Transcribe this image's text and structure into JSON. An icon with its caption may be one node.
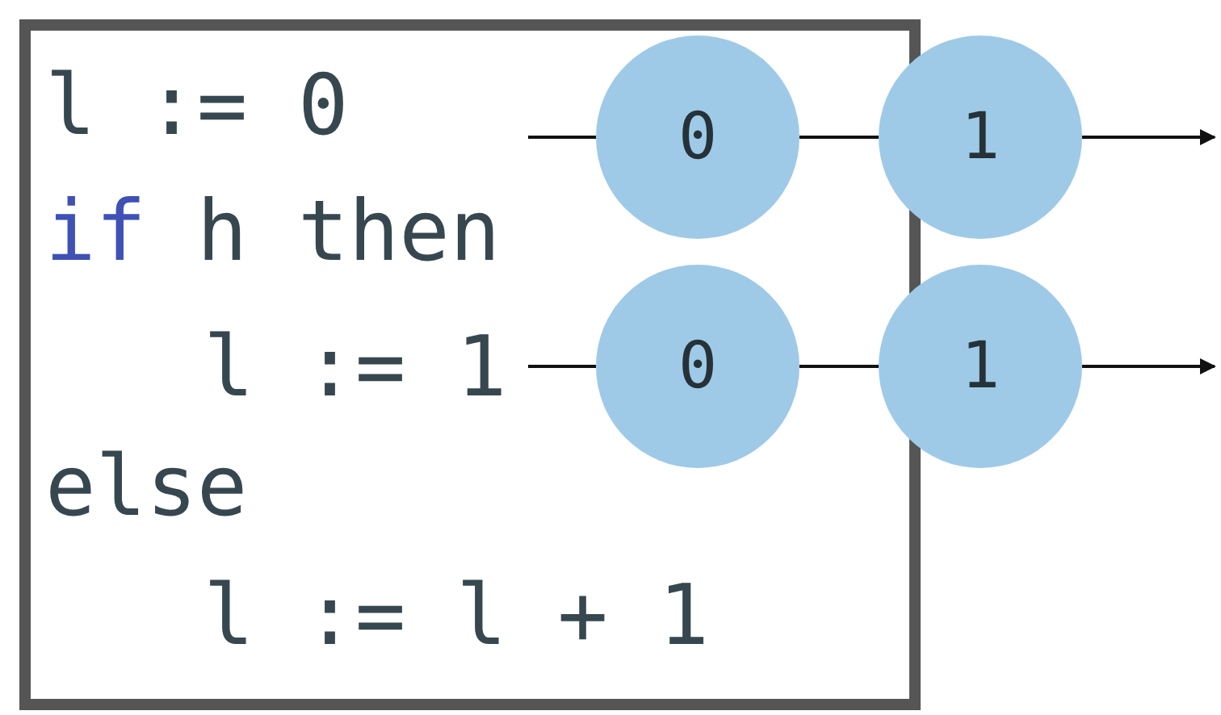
{
  "diagram": {
    "nodes": [
      {
        "text": [
          "l := 0",
          "if h then",
          "l := 1",
          "else",
          "l := l + 1"
        ]
      },
      {
        "text": [
          "0"
        ],
        "in": 0
      },
      {
        "text": [
          "1"
        ]
      },
      {
        "text": [
          "0"
        ],
        "in": 0
      },
      {
        "text": [
          "1"
        ]
      }
    ],
    "edges": [
      {
        "from": null,
        "to": 1,
        "arrow": "none"
      },
      {
        "from": 1,
        "to": 2,
        "arrow": "none"
      },
      {
        "from": 2,
        "to": null,
        "arrow": "to"
      },
      {
        "from": null,
        "to": 3,
        "arrow": "none"
      },
      {
        "from": 3,
        "to": 4,
        "arrow": "none"
      },
      {
        "from": 4,
        "to": null,
        "arrow": "to"
      }
    ]
  }
}
